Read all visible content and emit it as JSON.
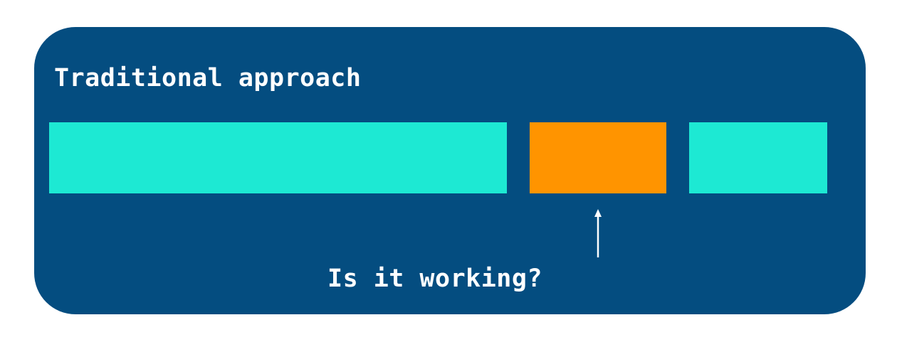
{
  "diagram": {
    "title": "Traditional approach",
    "caption": "Is it working?",
    "segments": [
      {
        "id": "segment-1",
        "color": "#1de9d3"
      },
      {
        "id": "segment-2-highlighted",
        "color": "#ff9400"
      },
      {
        "id": "segment-3",
        "color": "#1de9d3"
      }
    ],
    "panel_color": "#044d80",
    "arrow_target": "segment-2-highlighted"
  }
}
